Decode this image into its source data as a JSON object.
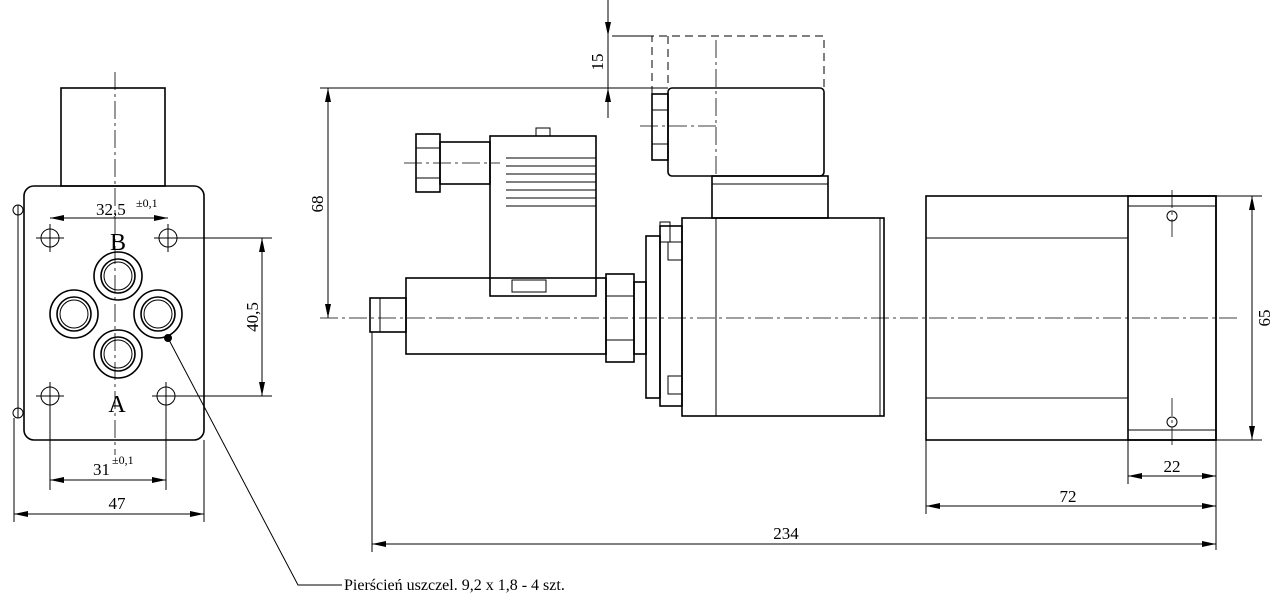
{
  "front_view": {
    "port_b": "B",
    "port_a": "A",
    "dim_top_value": "32,5",
    "dim_top_tol": "±0,1",
    "dim_bottom_value": "31",
    "dim_bottom_tol": "±0,1",
    "dim_width": "47",
    "dim_height": "40,5"
  },
  "side_view": {
    "dim_connector_offset": "15",
    "dim_height_68": "68",
    "dim_height_65": "65",
    "dim_22": "22",
    "dim_72": "72",
    "dim_total_length": "234"
  },
  "callout": {
    "seal_note": "Pierścień uszczel. 9,2 x 1,8 - 4 szt."
  }
}
